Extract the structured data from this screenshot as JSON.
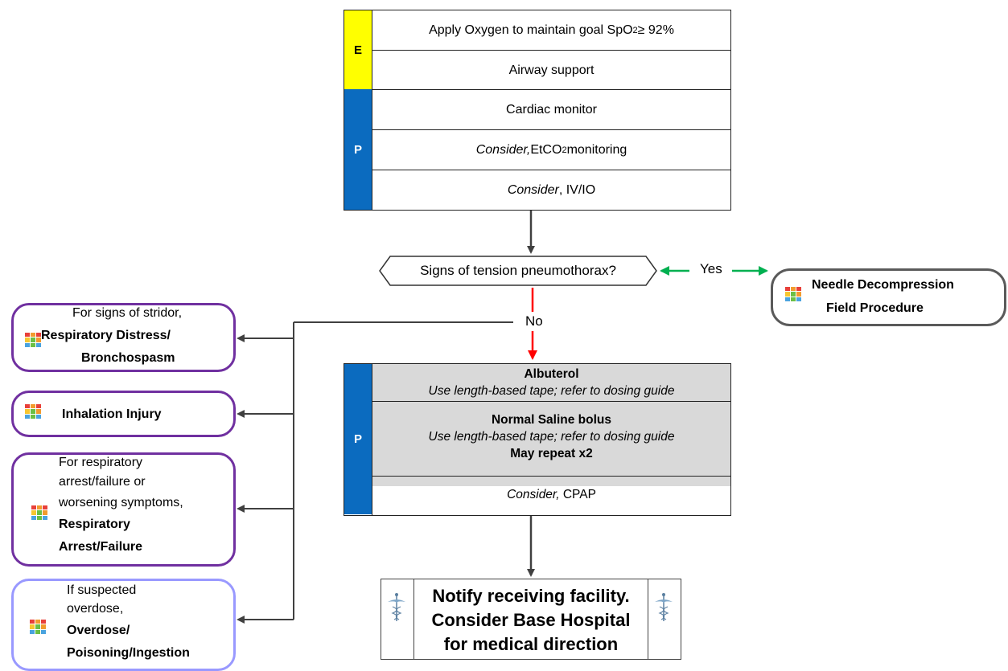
{
  "top_table": {
    "ems_tag": "E",
    "paramedic_tag": "P",
    "rows": [
      {
        "pre_italic": "",
        "text": "Apply Oxygen to maintain goal SpO",
        "sub": "2",
        "post": " ≥ 92%"
      },
      {
        "pre_italic": "",
        "text": "Airway support",
        "sub": "",
        "post": ""
      },
      {
        "pre_italic": "",
        "text": "Cardiac monitor",
        "sub": "",
        "post": ""
      },
      {
        "pre_italic": "Consider,",
        "text": " EtCO",
        "sub": "2",
        "post": " monitoring"
      },
      {
        "pre_italic": "Consider",
        "text": ", IV/IO",
        "sub": "",
        "post": ""
      }
    ]
  },
  "decision": {
    "question": "Signs of tension pneumothorax?",
    "yes_label": "Yes",
    "no_label": "No"
  },
  "needle": {
    "line1": "Needle Decompression",
    "line2": "Field Procedure"
  },
  "side_pills": [
    {
      "lines": [
        "For signs of stridor,",
        "Respiratory Distress/",
        "Bronchospasm"
      ],
      "bold_from": 1
    },
    {
      "lines": [
        "Inhalation Injury"
      ],
      "bold_from": 0
    },
    {
      "lines": [
        "For respiratory",
        "arrest/failure or",
        "worsening symptoms,",
        "Respiratory",
        "Arrest/Failure"
      ],
      "bold_from": 3
    },
    {
      "lines": [
        "If suspected",
        "overdose,",
        "Overdose/",
        "Poisoning/Ingestion"
      ],
      "bold_from": 2
    }
  ],
  "treatment": {
    "tag": "P",
    "albuterol_title": "Albuterol",
    "albuterol_note": "Use length-based tape; refer to dosing guide",
    "saline_title": "Normal Saline bolus",
    "saline_note": "Use length-based tape; refer to dosing guide",
    "saline_repeat": "May repeat x2",
    "cpap_consider": "Consider,",
    "cpap_text": " CPAP"
  },
  "notify": {
    "line1": "Notify receiving facility.",
    "line2": "Consider Base Hospital",
    "line3": "for medical direction"
  },
  "colors": {
    "ems": "#ffff00",
    "paramedic": "#0b6bbf",
    "yes_arrow": "#00b050",
    "no_arrow": "#ff0000",
    "purple_border": "#7030a0",
    "lavender_border": "#9999ff",
    "shade": "#d9d9d9"
  },
  "icons": {
    "protocol_link": "colored-grid-icon",
    "medical": "caduceus-icon"
  }
}
